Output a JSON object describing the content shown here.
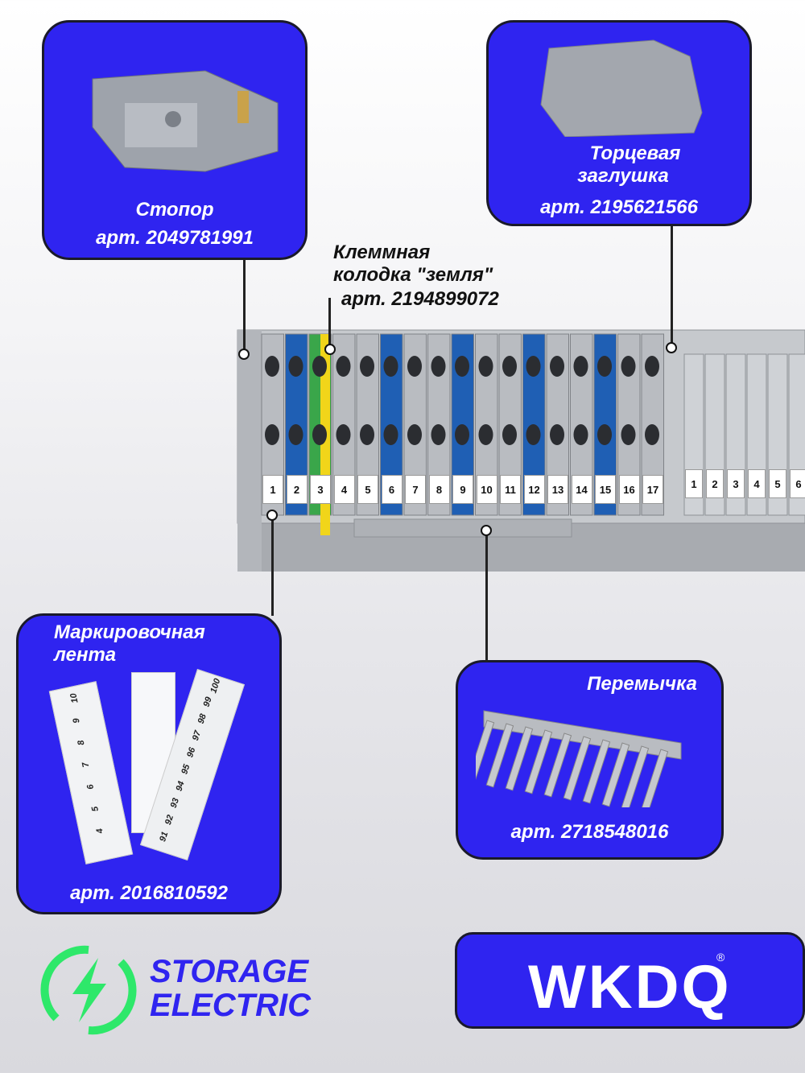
{
  "cards": {
    "stopper": {
      "title": "Стопор",
      "article": "арт. 2049781991"
    },
    "end_cap": {
      "title_line1": "Торцевая",
      "title_line2": "заглушка",
      "article": "арт. 2195621566"
    },
    "ground_block": {
      "title_line1": "Клеммная",
      "title_line2": "колодка \"земля\"",
      "article": "арт. 2194899072"
    },
    "marking_tape": {
      "title_line1": "Маркировочная",
      "title_line2": "лента",
      "article": "арт. 2016810592"
    },
    "jumper": {
      "title": "Перемычка",
      "article": "арт. 2718548016"
    }
  },
  "terminal_numbers": [
    "1",
    "2",
    "3",
    "4",
    "5",
    "6",
    "7",
    "8",
    "9",
    "10",
    "11",
    "12",
    "13",
    "14",
    "15",
    "16",
    "17"
  ],
  "second_row_numbers": [
    "1",
    "2",
    "3",
    "4",
    "5",
    "6"
  ],
  "marking_tape_numbers": {
    "strip1": [
      "10",
      "9",
      "8",
      "7",
      "6",
      "5",
      "4"
    ],
    "strip2": [
      "91",
      "92",
      "93",
      "94",
      "95",
      "96",
      "97",
      "98",
      "99",
      "100"
    ]
  },
  "brand": {
    "line1": "STORAGE",
    "line2": "ELECTRIC"
  },
  "logo": {
    "text": "WKDQ",
    "reg": "®"
  },
  "colors": {
    "accent": "#2f24f0",
    "ground_green": "#3aa64a",
    "ground_yellow": "#f1d51a",
    "terminal_blue": "#1f5fb4",
    "terminal_grey": "#b9bcc1"
  },
  "icons": [
    "lightning-bolt-icon"
  ]
}
